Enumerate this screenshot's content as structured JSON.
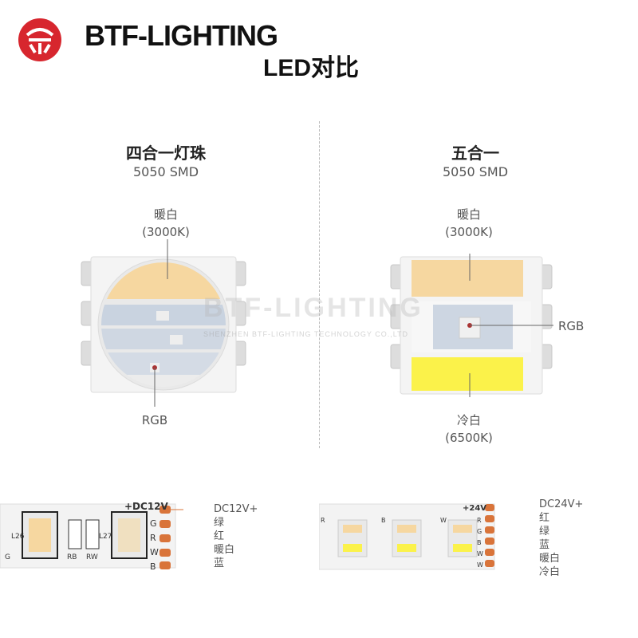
{
  "header": {
    "brand": "BTF-LIGHTING",
    "subtitle": "LED对比"
  },
  "watermark": {
    "main": "BTF-LIGHTING",
    "sub": "SHENZHEN BTF-LIGHTING TECHNOLOGY CO.,LTD"
  },
  "left": {
    "title": "四合一灯珠",
    "subtitle": "5050 SMD",
    "top_label": "暖白",
    "top_label_sub": "(3000K)",
    "bottom_label": "RGB"
  },
  "right": {
    "title": "五合一",
    "subtitle": "5050 SMD",
    "top_label": "暖白",
    "top_label_sub": "(3000K)",
    "side_label": "RGB",
    "bottom_label": "冷白",
    "bottom_label_sub": "(6500K)"
  },
  "strip_left": {
    "power_marker": "+DC12V",
    "pads": [
      "G",
      "R",
      "W",
      "B"
    ],
    "segment_labels": [
      "L26",
      "L27",
      "RB",
      "RW",
      "G"
    ],
    "legend": [
      "DC12V+",
      "绿",
      "红",
      "暖白",
      "蓝"
    ]
  },
  "strip_right": {
    "power_marker": "+24V",
    "pads": [
      "R",
      "G",
      "B",
      "W",
      "W"
    ],
    "segment_labels": [
      "R",
      "B",
      "W"
    ],
    "legend": [
      "DC24V+",
      "红",
      "绿",
      "蓝",
      "暖白",
      "冷白"
    ]
  },
  "colors": {
    "brand_red": "#d7262e",
    "warm_white": "#f6d7a0",
    "cool_white": "#fbf24a",
    "pad_orange": "#d9743a"
  }
}
